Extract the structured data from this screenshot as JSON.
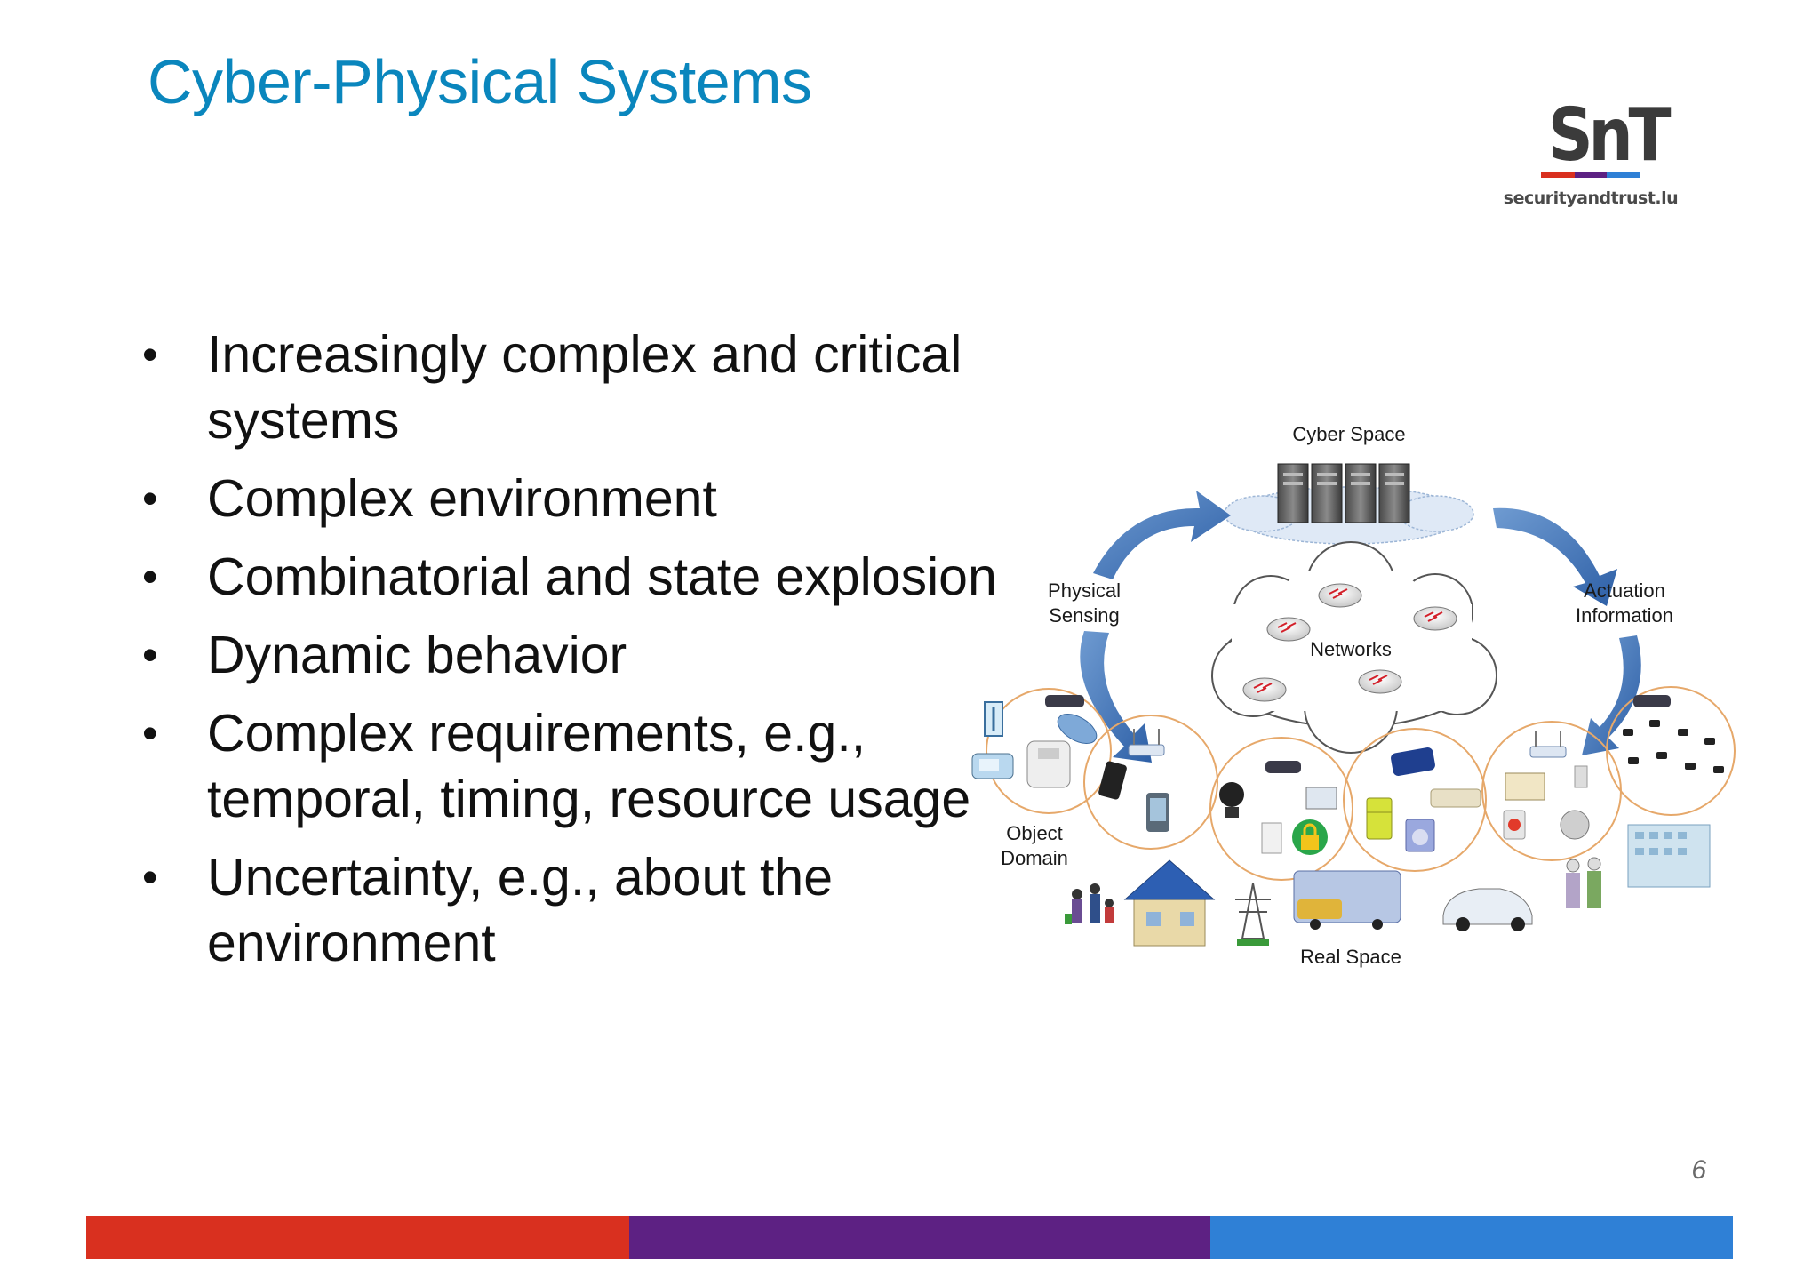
{
  "slide": {
    "title": "Cyber-Physical Systems",
    "page_number": "6"
  },
  "logo": {
    "mark": "SnT",
    "domain": "securityandtrust.lu",
    "colors": [
      "#d9301f",
      "#5d2183",
      "#2f80d6"
    ]
  },
  "bullets": [
    "Increasingly complex and critical systems",
    "Complex environment",
    "Combinatorial and state explosion",
    "Dynamic behavior",
    "Complex requirements, e.g., temporal, timing, resource usage",
    "Uncertainty, e.g., about the environment"
  ],
  "diagram": {
    "cyber_space": "Cyber Space",
    "networks": "Networks",
    "physical_sensing": [
      "Physical",
      "Sensing"
    ],
    "actuation_information": [
      "Actuation",
      "Information"
    ],
    "object_domain": [
      "Object",
      "Domain"
    ],
    "real_space": "Real Space",
    "icons": [
      "server-rack-icon",
      "router-icon",
      "wireless-access-point-icon",
      "thermometer-icon",
      "smartphone-icon",
      "webcam-icon",
      "padlock-icon",
      "refrigerator-icon",
      "washing-machine-icon",
      "air-conditioner-icon",
      "smart-meter-icon",
      "family-icon",
      "solar-house-icon",
      "power-pylon-icon",
      "bus-icon",
      "car-icon",
      "elderly-couple-icon",
      "office-building-icon",
      "sensor-node-icon"
    ]
  },
  "footer": {
    "colors": [
      "#d9301f",
      "#5d2183",
      "#2f80d6"
    ]
  }
}
